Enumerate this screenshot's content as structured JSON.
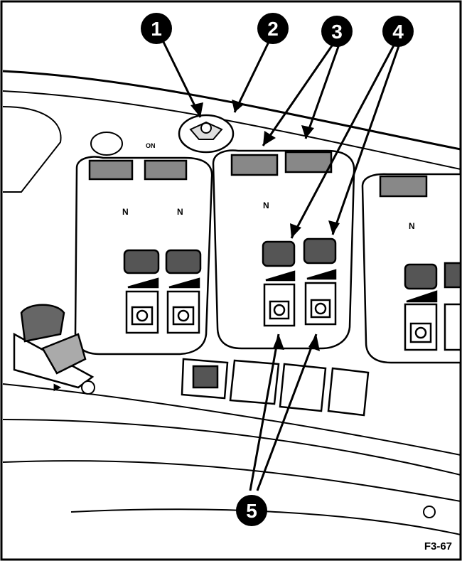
{
  "callouts": [
    {
      "number": "1"
    },
    {
      "number": "2"
    },
    {
      "number": "3"
    },
    {
      "number": "4"
    },
    {
      "number": "5"
    }
  ],
  "switch_label_on": "ON",
  "lever_neutral_label": "N",
  "figure_code": "F3-67",
  "colors": {
    "ink": "#000000",
    "paper": "#ffffff"
  }
}
